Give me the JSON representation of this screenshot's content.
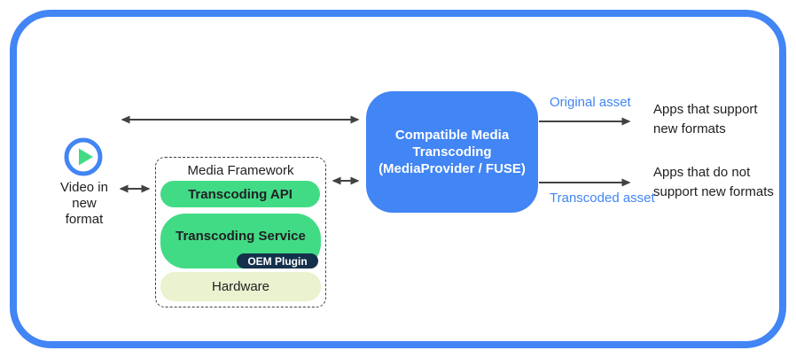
{
  "source": {
    "label_lines": [
      "Video in",
      "new",
      "format"
    ]
  },
  "media_framework": {
    "title": "Media Framework",
    "transcoding_api": "Transcoding API",
    "transcoding_service": "Transcoding Service",
    "oem_plugin": "OEM Plugin",
    "hardware": "Hardware"
  },
  "transcoder": {
    "title_lines": [
      "Compatible Media",
      "Transcoding",
      "(MediaProvider / FUSE)"
    ]
  },
  "flows": {
    "original": {
      "label": "Original asset",
      "target_lines": [
        "Apps that support",
        "new formats"
      ]
    },
    "transcoded": {
      "label": "Transcoded asset",
      "target_lines": [
        "Apps that do not",
        "support new formats"
      ]
    }
  },
  "icons": {
    "play": "play-icon"
  },
  "colors": {
    "frame_blue": "#4285F4",
    "transcoder_blue": "#4285F4",
    "green": "#42DB85",
    "oem_navy": "#14304A",
    "hardware_bg": "#EAF2CF",
    "arrow_gray": "#424242",
    "flow_label_blue": "#4285F4",
    "text": "#202124"
  }
}
